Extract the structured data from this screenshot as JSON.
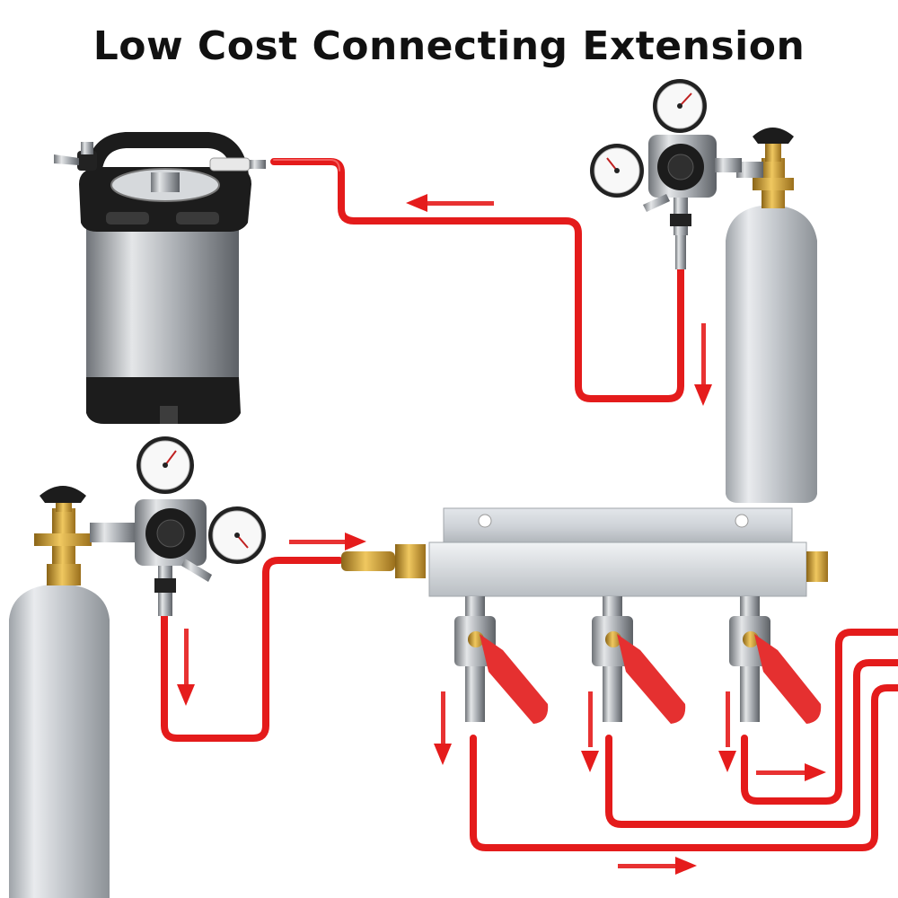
{
  "title": "Low Cost Connecting Extension",
  "colors": {
    "line": "#e41b1b",
    "line_dark": "#b00e0e",
    "arrow": "#e51c1c",
    "aluminum": "#c9ccd0",
    "brass": "#c8992f",
    "handle": "#e53030",
    "black": "#1c1c1c"
  },
  "items": {
    "keg": "keg",
    "tank_top": "co2-tank",
    "regulator_top": "regulator",
    "tank_bottom": "co2-tank",
    "regulator_bottom": "regulator",
    "manifold": "gas-manifold",
    "valves": [
      "shutoff-valve",
      "shutoff-valve",
      "shutoff-valve"
    ]
  }
}
